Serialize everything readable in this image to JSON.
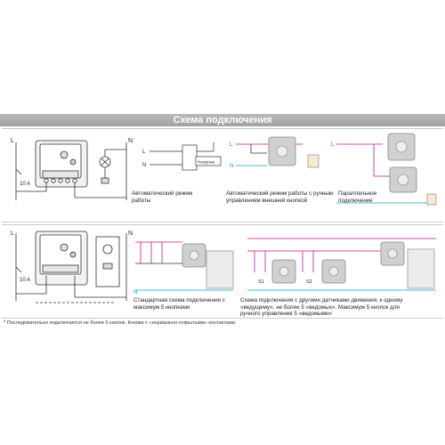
{
  "header": {
    "title": "Схема подключения"
  },
  "panel1": {
    "captions": {
      "auto": "Автоматический режим работы",
      "auto_manual": "Автоматический режим работы с ручным управлением внешней кнопкой",
      "parallel": "Параллельное подключение"
    },
    "labels": {
      "L": "L",
      "N": "N",
      "current": "10 A",
      "load": "Нагрузка"
    }
  },
  "panel2": {
    "captions": {
      "standard": "Стандартная схема подключения с максимум 5 кнопками",
      "masters": "Схема подключения с другими датчиками движения, к одному «ведущему», не более 5 «ведомых». Максимум 5 кнопок для ручного управления 5 «ведомыми»"
    },
    "labels": {
      "L": "L",
      "N": "N",
      "current": "10 A",
      "s1": "S1",
      "s2": "S2"
    }
  },
  "footnote": "* Последовательно подключается не более 5 кнопок. Кнопки с «нормально-открытыми» контактами.",
  "colors": {
    "title_bar": "#a8a8a8",
    "phase_wire": "#c0188a",
    "neutral_wire": "#19a0cc",
    "wire": "#333333"
  }
}
